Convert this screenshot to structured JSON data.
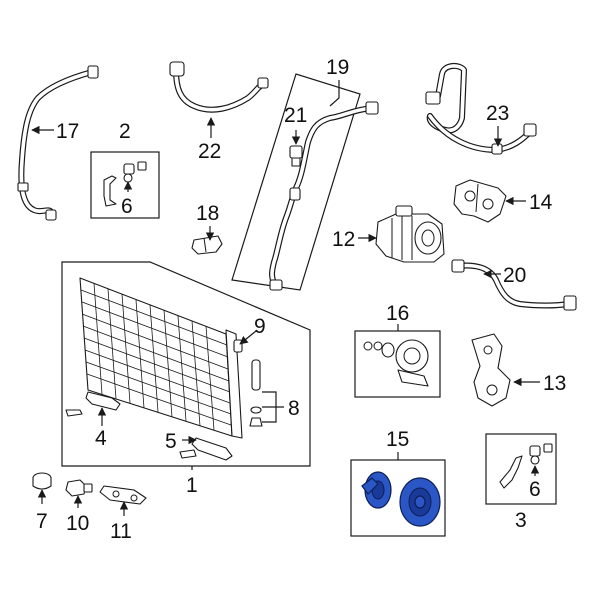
{
  "callouts": {
    "c1": "1",
    "c2": "2",
    "c3": "3",
    "c4": "4",
    "c5": "5",
    "c6a": "6",
    "c6b": "6",
    "c7": "7",
    "c8": "8",
    "c9": "9",
    "c10": "10",
    "c11": "11",
    "c12": "12",
    "c13": "13",
    "c14": "14",
    "c15": "15",
    "c16": "16",
    "c17": "17",
    "c18": "18",
    "c19": "19",
    "c20": "20",
    "c21": "21",
    "c22": "22",
    "c23": "23"
  },
  "colors": {
    "highlight": "#2a56c6",
    "line": "#1a1a1a",
    "background": "#ffffff"
  }
}
